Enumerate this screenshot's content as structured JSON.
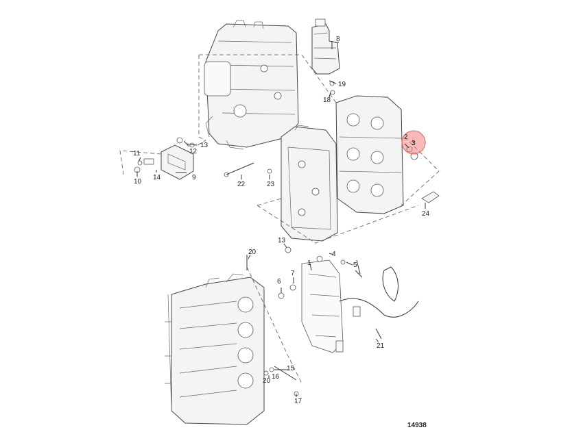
{
  "callouts": [
    {
      "id": "1",
      "text": "1"
    },
    {
      "id": "2",
      "text": "2"
    },
    {
      "id": "3",
      "text": "3"
    },
    {
      "id": "4",
      "text": "4"
    },
    {
      "id": "5",
      "text": "5"
    },
    {
      "id": "6",
      "text": "6"
    },
    {
      "id": "7",
      "text": "7"
    },
    {
      "id": "8",
      "text": "8"
    },
    {
      "id": "9",
      "text": "9"
    },
    {
      "id": "10",
      "text": "10"
    },
    {
      "id": "11",
      "text": "11"
    },
    {
      "id": "12",
      "text": "12"
    },
    {
      "id": "13a",
      "text": "13"
    },
    {
      "id": "13b",
      "text": "13"
    },
    {
      "id": "14",
      "text": "14"
    },
    {
      "id": "15",
      "text": "15"
    },
    {
      "id": "16",
      "text": "16"
    },
    {
      "id": "17",
      "text": "17"
    },
    {
      "id": "18",
      "text": "18"
    },
    {
      "id": "19",
      "text": "19"
    },
    {
      "id": "20a",
      "text": "20"
    },
    {
      "id": "20b",
      "text": "20"
    },
    {
      "id": "21",
      "text": "21"
    },
    {
      "id": "22",
      "text": "22"
    },
    {
      "id": "23",
      "text": "23"
    },
    {
      "id": "24",
      "text": "24"
    }
  ],
  "highlight": {
    "callout": "3",
    "color": "#f08080"
  },
  "figure_number": "14938"
}
